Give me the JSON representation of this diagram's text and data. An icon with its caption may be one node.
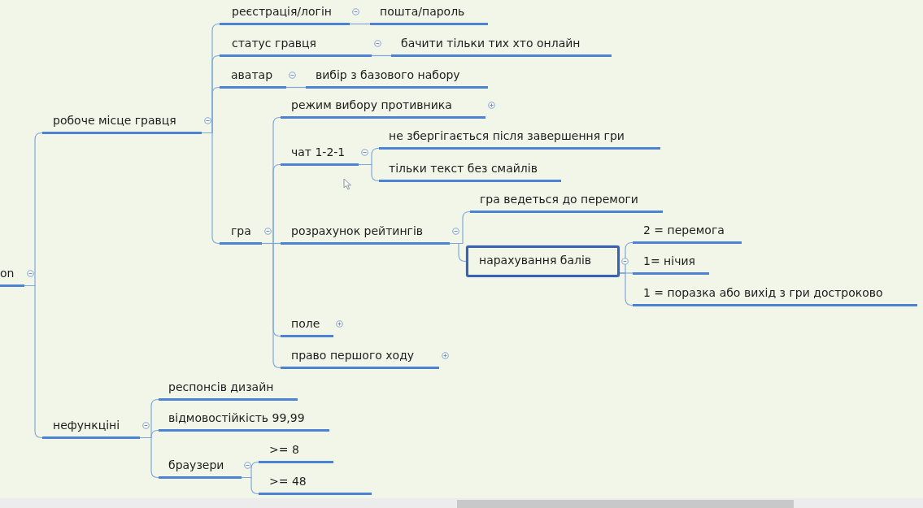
{
  "diagram": {
    "nodes": [
      {
        "text": [
          "on"
        ]
      },
      {
        "text": [
          "робоче місце гравця"
        ]
      },
      {
        "text": [
          "реєстрація/логін"
        ]
      },
      {
        "text": [
          "пошта/пароль"
        ]
      },
      {
        "text": [
          "статус гравця"
        ]
      },
      {
        "text": [
          "бачити тільки тих хто онлайн"
        ]
      },
      {
        "text": [
          "аватар"
        ]
      },
      {
        "text": [
          "вибір з базового набору"
        ]
      },
      {
        "text": [
          "гра"
        ]
      },
      {
        "text": [
          "режим вибору противника"
        ]
      },
      {
        "text": [
          "чат 1-2-1"
        ]
      },
      {
        "text": [
          "не збергігається після завершення гри"
        ]
      },
      {
        "text": [
          "тільки текст без смайлів"
        ]
      },
      {
        "text": [
          "розрахунок рейтингів"
        ]
      },
      {
        "text": [
          "гра ведеться до перемоги"
        ]
      },
      {
        "text": [
          "нарахування балів"
        ]
      },
      {
        "text": [
          "2 = перемога"
        ]
      },
      {
        "text": [
          "1= нічия"
        ]
      },
      {
        "text": [
          "1 = поразка або вихід з гри достроково"
        ]
      },
      {
        "text": [
          "поле"
        ]
      },
      {
        "text": [
          "право першого ходу"
        ]
      },
      {
        "text": [
          "нефункціні"
        ]
      },
      {
        "text": [
          "респонсів дизайн"
        ]
      },
      {
        "text": [
          "відмовостійкість 99,99"
        ]
      },
      {
        "text": [
          "браузери"
        ]
      },
      {
        "text": [
          ">= 8"
        ]
      },
      {
        "text": [
          ">= 48"
        ]
      }
    ],
    "edges": [
      {
        "from": 0,
        "to": 1,
        "arrow": "none"
      },
      {
        "from": 0,
        "to": 21,
        "arrow": "none"
      },
      {
        "from": 1,
        "to": 2,
        "arrow": "none"
      },
      {
        "from": 1,
        "to": 4,
        "arrow": "none"
      },
      {
        "from": 1,
        "to": 6,
        "arrow": "none"
      },
      {
        "from": 1,
        "to": 8,
        "arrow": "none"
      },
      {
        "from": 2,
        "to": 3,
        "arrow": "none"
      },
      {
        "from": 4,
        "to": 5,
        "arrow": "none"
      },
      {
        "from": 6,
        "to": 7,
        "arrow": "none"
      },
      {
        "from": 8,
        "to": 9,
        "arrow": "none"
      },
      {
        "from": 8,
        "to": 10,
        "arrow": "none"
      },
      {
        "from": 8,
        "to": 13,
        "arrow": "none"
      },
      {
        "from": 8,
        "to": 19,
        "arrow": "none"
      },
      {
        "from": 8,
        "to": 20,
        "arrow": "none"
      },
      {
        "from": 10,
        "to": 11,
        "arrow": "none"
      },
      {
        "from": 10,
        "to": 12,
        "arrow": "none"
      },
      {
        "from": 13,
        "to": 14,
        "arrow": "none"
      },
      {
        "from": 13,
        "to": 15,
        "arrow": "none"
      },
      {
        "from": 15,
        "to": 16,
        "arrow": "none"
      },
      {
        "from": 15,
        "to": 17,
        "arrow": "none"
      },
      {
        "from": 15,
        "to": 18,
        "arrow": "none"
      },
      {
        "from": 21,
        "to": 22,
        "arrow": "none"
      },
      {
        "from": 21,
        "to": 23,
        "arrow": "none"
      },
      {
        "from": 21,
        "to": 24,
        "arrow": "none"
      },
      {
        "from": 24,
        "to": 25,
        "arrow": "none"
      },
      {
        "from": 24,
        "to": 26,
        "arrow": "none"
      }
    ]
  }
}
